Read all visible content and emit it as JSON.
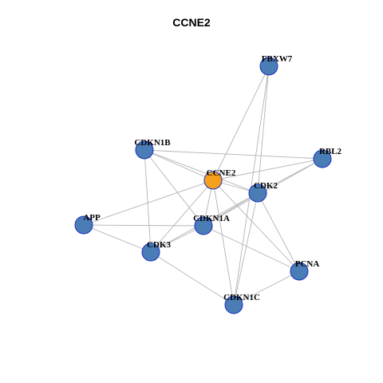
{
  "title": "CCNE2",
  "colors": {
    "center": "#f5a01d",
    "node": "#4a7db5",
    "edge": "#b3b3b3",
    "border": "#1c2fbf"
  },
  "nodes": [
    {
      "id": "CCNE2",
      "label": "CCNE2",
      "center": true
    },
    {
      "id": "FBXW7",
      "label": "FBXW7"
    },
    {
      "id": "CDKN1B",
      "label": "CDKN1B"
    },
    {
      "id": "RBL2",
      "label": "RBL2"
    },
    {
      "id": "CDK2",
      "label": "CDK2"
    },
    {
      "id": "APP",
      "label": "APP"
    },
    {
      "id": "CDKN1A",
      "label": "CDKN1A"
    },
    {
      "id": "CDK3",
      "label": "CDK3"
    },
    {
      "id": "PCNA",
      "label": "PCNA"
    },
    {
      "id": "CDKN1C",
      "label": "CDKN1C"
    }
  ],
  "edges": [
    [
      "CCNE2",
      "FBXW7"
    ],
    [
      "CCNE2",
      "CDKN1B"
    ],
    [
      "CCNE2",
      "RBL2"
    ],
    [
      "CCNE2",
      "CDK2"
    ],
    [
      "CCNE2",
      "APP"
    ],
    [
      "CCNE2",
      "CDKN1A"
    ],
    [
      "CCNE2",
      "CDK3"
    ],
    [
      "CCNE2",
      "PCNA"
    ],
    [
      "CCNE2",
      "CDKN1C"
    ],
    [
      "CDKN1B",
      "CDK2"
    ],
    [
      "CDKN1B",
      "CDKN1A"
    ],
    [
      "CDKN1B",
      "CDK3"
    ],
    [
      "CDKN1B",
      "RBL2"
    ],
    [
      "CDK2",
      "FBXW7"
    ],
    [
      "CDK2",
      "RBL2"
    ],
    [
      "CDK2",
      "CDKN1A"
    ],
    [
      "CDK2",
      "CDK3"
    ],
    [
      "CDK2",
      "PCNA"
    ],
    [
      "CDK2",
      "CDKN1C"
    ],
    [
      "CDKN1A",
      "RBL2"
    ],
    [
      "CDKN1A",
      "APP"
    ],
    [
      "CDKN1A",
      "CDK3"
    ],
    [
      "CDKN1A",
      "PCNA"
    ],
    [
      "APP",
      "CDK3"
    ],
    [
      "CDK3",
      "CDKN1C"
    ],
    [
      "PCNA",
      "CDKN1C"
    ],
    [
      "FBXW7",
      "CDKN1C"
    ]
  ]
}
